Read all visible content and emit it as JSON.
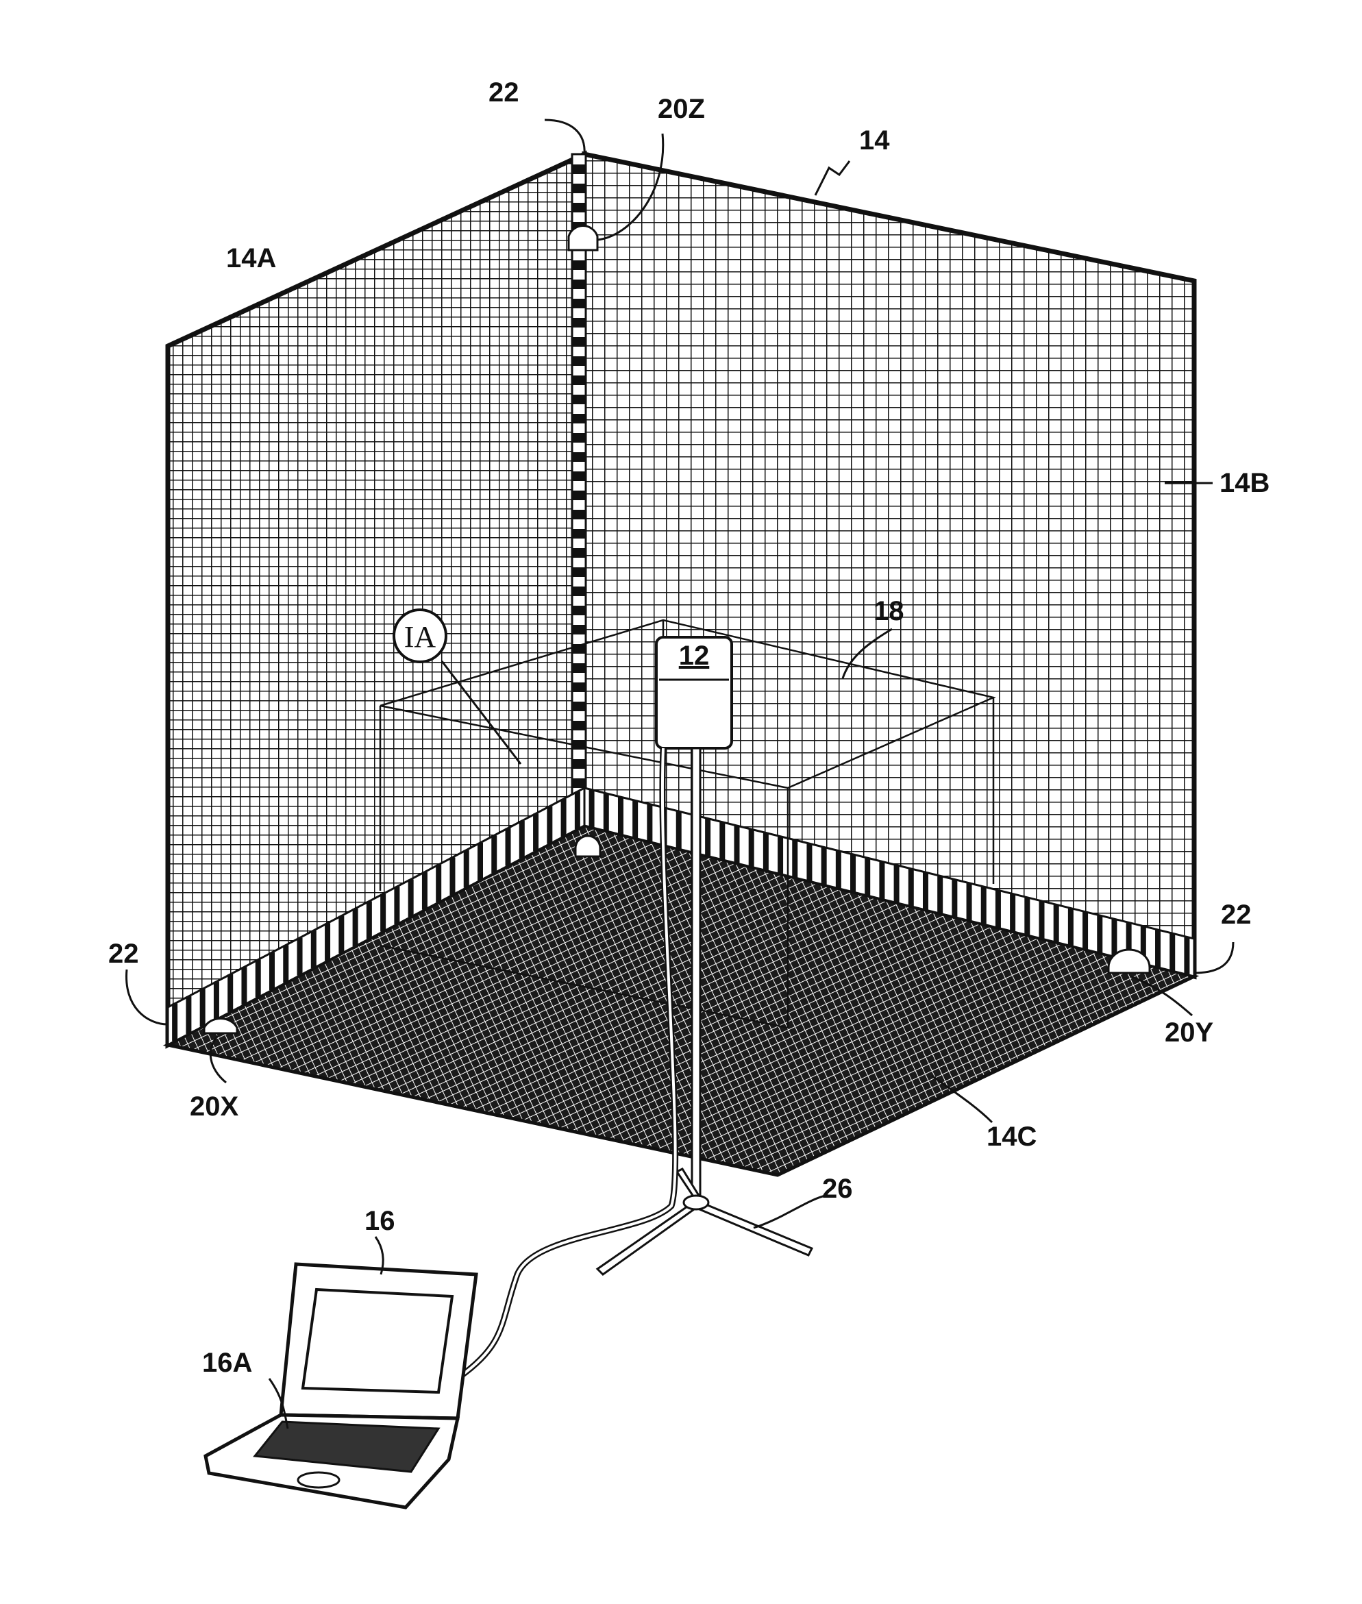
{
  "labels": {
    "room": "14",
    "wall_left": "14A",
    "wall_right": "14B",
    "floor": "14C",
    "corner_top": "22",
    "corner_left": "22",
    "corner_right": "22",
    "sensor_top": "20Z",
    "sensor_left": "20X",
    "sensor_right": "20Y",
    "volume": "18",
    "device": "12",
    "stand": "26",
    "laptop": "16",
    "keyboard": "16A",
    "detail_callout": "IA"
  }
}
